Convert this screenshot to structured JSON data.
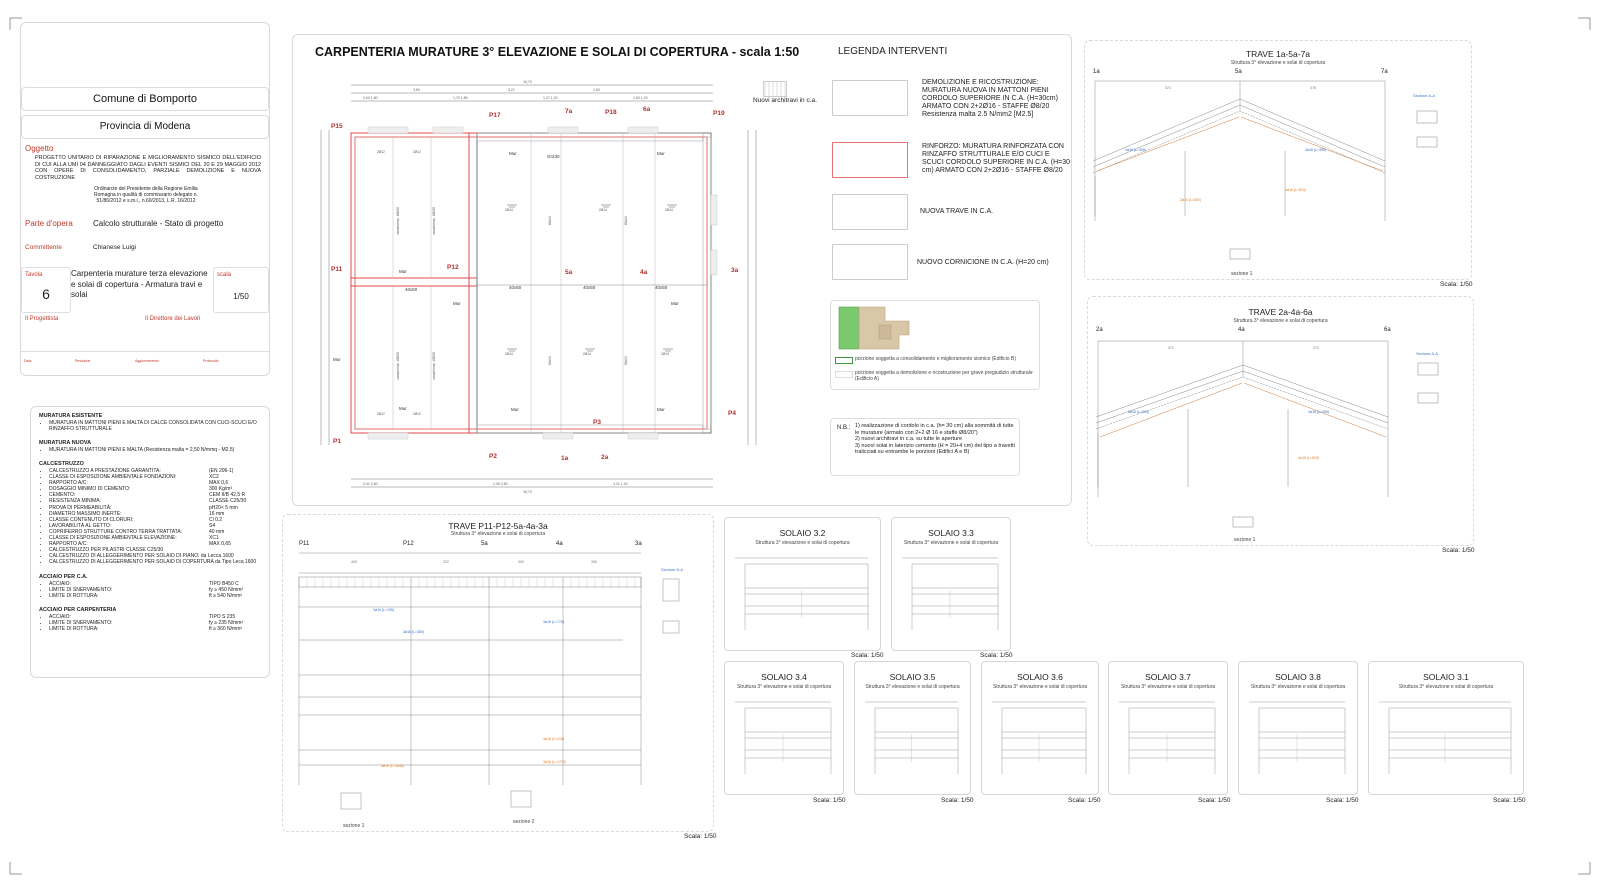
{
  "titleblock": {
    "comune": "Comune di Bomporto",
    "provincia": "Provincia di Modena",
    "oggetto_label": "Oggetto",
    "oggetto_text": "PROGETTO UNITARIO DI RIPARAZIONE E MIGLIORAMENTO SISMICO DELL'EDIFICIO DI CUI ALLA UMI 04 DANNEGGIATO DAGLI EVENTI SISMICI DEL 20 E 29 MAGGIO 2012 CON OPERE DI CONSOLIDAMENTO, PARZIALE DEMOLIZIONE E NUOVA COSTRUZIONE",
    "ordinanza": "Ordinanze del Presidente della Regione Emilia Romagna in qualità di commissario delegato n. 51/86/2012 e s.m.i., n.60/2013, L.R. 16/2012",
    "parte_label": "Parte d'opera",
    "parte_value": "Calcolo strutturale - Stato di progetto",
    "committente_label": "Committente",
    "committente_value": "Chianese Luigi",
    "tavola_label": "Tavola",
    "tavola_value": "6",
    "tavola_desc": "Carpenteria murature terza elevazione e solai di copertura - Armatura travi e solai",
    "scala_label": "scala",
    "scala_value": "1/50",
    "progettista_label": "Il Progettista",
    "direttore_label": "Il Direttore dei Lavori",
    "footer_cols": [
      "Data",
      "Revisione",
      "Aggiornamento",
      "Protocollo"
    ]
  },
  "materials": {
    "muratura_esistente_h": "MURATURA ESISTENTE",
    "muratura_esistente_items": [
      "MURATURA IN MATTONI PIENI E MALTA DI CALCE CONSOLIDATA CON CUCI-SCUCI E/O RINZAFFO STRUTTURALE"
    ],
    "muratura_nuova_h": "MURATURA NUOVA",
    "muratura_nuova_items": [
      "MURATURA IN MATTONI PIENI E MALTA (Resistenza malta = 2,50 N/mmq - M2.5)"
    ],
    "calcestruzzo_h": "CALCESTRUZZO",
    "calcestruzzo_items": [
      [
        "CALCESTRUZZO A PRESTAZIONE GARANTITA:",
        "(EN 206-1)"
      ],
      [
        "CLASSE DI ESPOSIZIONE AMBIENTALE FONDAZIONI:",
        "XC2"
      ],
      [
        "RAPPORTO A/C:",
        "MAX 0,6"
      ],
      [
        "DOSAGGIO MINIMO DI CEMENTO:",
        "300 Kg/m³"
      ],
      [
        "CEMENTO:",
        "CEM II/B 42,5 R"
      ],
      [
        "RESISTENZA MINIMA:",
        "CLASSE C25/30"
      ],
      [
        "PROVA DI PERMEABILITÀ:",
        "pH20< 5 mm"
      ],
      [
        "DIAMETRO MASSIMO INERTE:",
        "16 mm"
      ],
      [
        "CLASSE CONTENUTO DI CLORURI:",
        "Cl 0,2"
      ],
      [
        "LAVORABILITÀ AL GETTO:",
        "S4"
      ],
      [
        "COPRIFERRO STRUTTURE CONTRO TERRA TRATTATA:",
        "40 mm"
      ],
      [
        "CLASSE DI ESPOSIZIONE AMBIENTALE ELEVAZIONE:",
        "XC1"
      ],
      [
        "RAPPORTO A/C:",
        "MAX 0,65"
      ],
      [
        "CALCESTRUZZO PER PILASTRI CLASSE C25/30",
        ""
      ],
      [
        "CALCESTRUZZO DI ALLEGGERIMENTO PER SOLAIO DI PIANO: da Lecca 1600",
        ""
      ],
      [
        "CALCESTRUZZO DI ALLEGGERIMENTO PER SOLAIO DI COPERTURA da Tipo Leca 1600",
        ""
      ]
    ],
    "acciaio_ca_h": "ACCIAIO PER C.A.",
    "acciaio_ca_items": [
      [
        "ACCIAIO:",
        "TIPO B450 C"
      ],
      [
        "LIMITE DI SNERVAMENTO:",
        "fy ≥ 450 N/mm²"
      ],
      [
        "LIMITE DI ROTTURA:",
        "ft ≥ 540 N/mm²"
      ]
    ],
    "acciaio_carp_h": "ACCIAIO PER CARPENTERIA",
    "acciaio_carp_items": [
      [
        "ACCIAIO:",
        "TIPO S 235"
      ],
      [
        "LIMITE DI SNERVAMENTO:",
        "fy ≥ 235 N/mm²"
      ],
      [
        "LIMITE DI ROTTURA:",
        "ft ≥ 360 N/mm²"
      ]
    ]
  },
  "plan": {
    "title": "CARPENTERIA MURATURE 3° ELEVAZIONE E SOLAI DI COPERTURA - scala 1:50",
    "architravi_label": "Nuovi architravi in c.a.",
    "pillars": [
      "P15",
      "P17",
      "7a",
      "P18",
      "6a",
      "P19",
      "P11",
      "P12",
      "5a",
      "4a",
      "3a",
      "P1",
      "P2",
      "1a",
      "2a",
      "P3",
      "P4"
    ],
    "beam_label": "40x50",
    "mur_label": "Mur"
  },
  "legend": {
    "title": "LEGENDA INTERVENTI",
    "item1": "DEMOLIZIONE E RICOSTRUZIONE: MURATURA NUOVA IN MATTONI PIENI CORDOLO SUPERIORE IN C.A. (H=30cm) ARMATO CON 2+2Ø16 - STAFFE Ø8/20 Resistenza malta 2.5 N/mm2 [M2.5]",
    "item2": "RINFORZO: MURATURA RINFORZATA CON RINZAFFO STRUTTURALE E/O CUCI E SCUCI CORDOLO SUPERIORE IN C.A. (H=30 cm) ARMATO CON 2+2Ø16 - STAFFE Ø8/20",
    "item3": "NUOVA TRAVE IN C.A.",
    "item4": "NUOVO CORNICIONE IN C.A. (H=20 cm)",
    "key1": "porzione soggetta a consolidamento e miglioramento sismico (Edificio B)",
    "key2": "porzione soggetta a demolizione e ricostruzione per grave pregiudizio strutturale (Edificio A)",
    "nb_label": "N.B.:",
    "nb1": "1) realizzazione di cordolo in c.a. (h= 30 cm) alla sommità di tutte le murature (armato con 2+2 Ø 16 e staffe Ø8/20\")",
    "nb2": "2) nuovi architravi in c.a. su tutte le aperture",
    "nb3": "3) nuovi solai in laterizio cemento (H = 20+4 cm) del tipo a travetti tralicciati su entrambe le porzioni (Edifici A e B)"
  },
  "beams": {
    "trave1_title": "TRAVE 1a-5a-7a",
    "trave1_labels": [
      "1a",
      "5a",
      "7a"
    ],
    "trave2_title": "TRAVE 2a-4a-6a",
    "trave2_labels": [
      "2a",
      "4a",
      "6a"
    ],
    "trave3_title": "TRAVE P11-P12-5a-4a-3a",
    "trave3_labels": [
      "P11",
      "P12",
      "5a",
      "4a",
      "3a"
    ],
    "sezione_aa": "Sezione A-A",
    "sezione1": "sezione 1",
    "sezione2": "sezione 2",
    "subtitle": "Struttura 3° elevazione e solai di copertura",
    "scale": "Scala: 1/50"
  },
  "solai": [
    {
      "title": "SOLAIO 3.2",
      "scale": "Scala: 1/50"
    },
    {
      "title": "SOLAIO 3.3",
      "scale": "Scala: 1/50"
    },
    {
      "title": "SOLAIO 3.4",
      "scale": "Scala: 1/50"
    },
    {
      "title": "SOLAIO 3.5",
      "scale": "Scala: 1/50"
    },
    {
      "title": "SOLAIO 3.6",
      "scale": "Scala: 1/50"
    },
    {
      "title": "SOLAIO 3.7",
      "scale": "Scala: 1/50"
    },
    {
      "title": "SOLAIO 3.8",
      "scale": "Scala: 1/50"
    },
    {
      "title": "SOLAIO 3.1",
      "scale": "Scala: 1/50"
    }
  ],
  "colors": {
    "red": "#c0392b",
    "blue": "#3a6fc9",
    "orange": "#e67e22",
    "green": "#6ab04c"
  }
}
